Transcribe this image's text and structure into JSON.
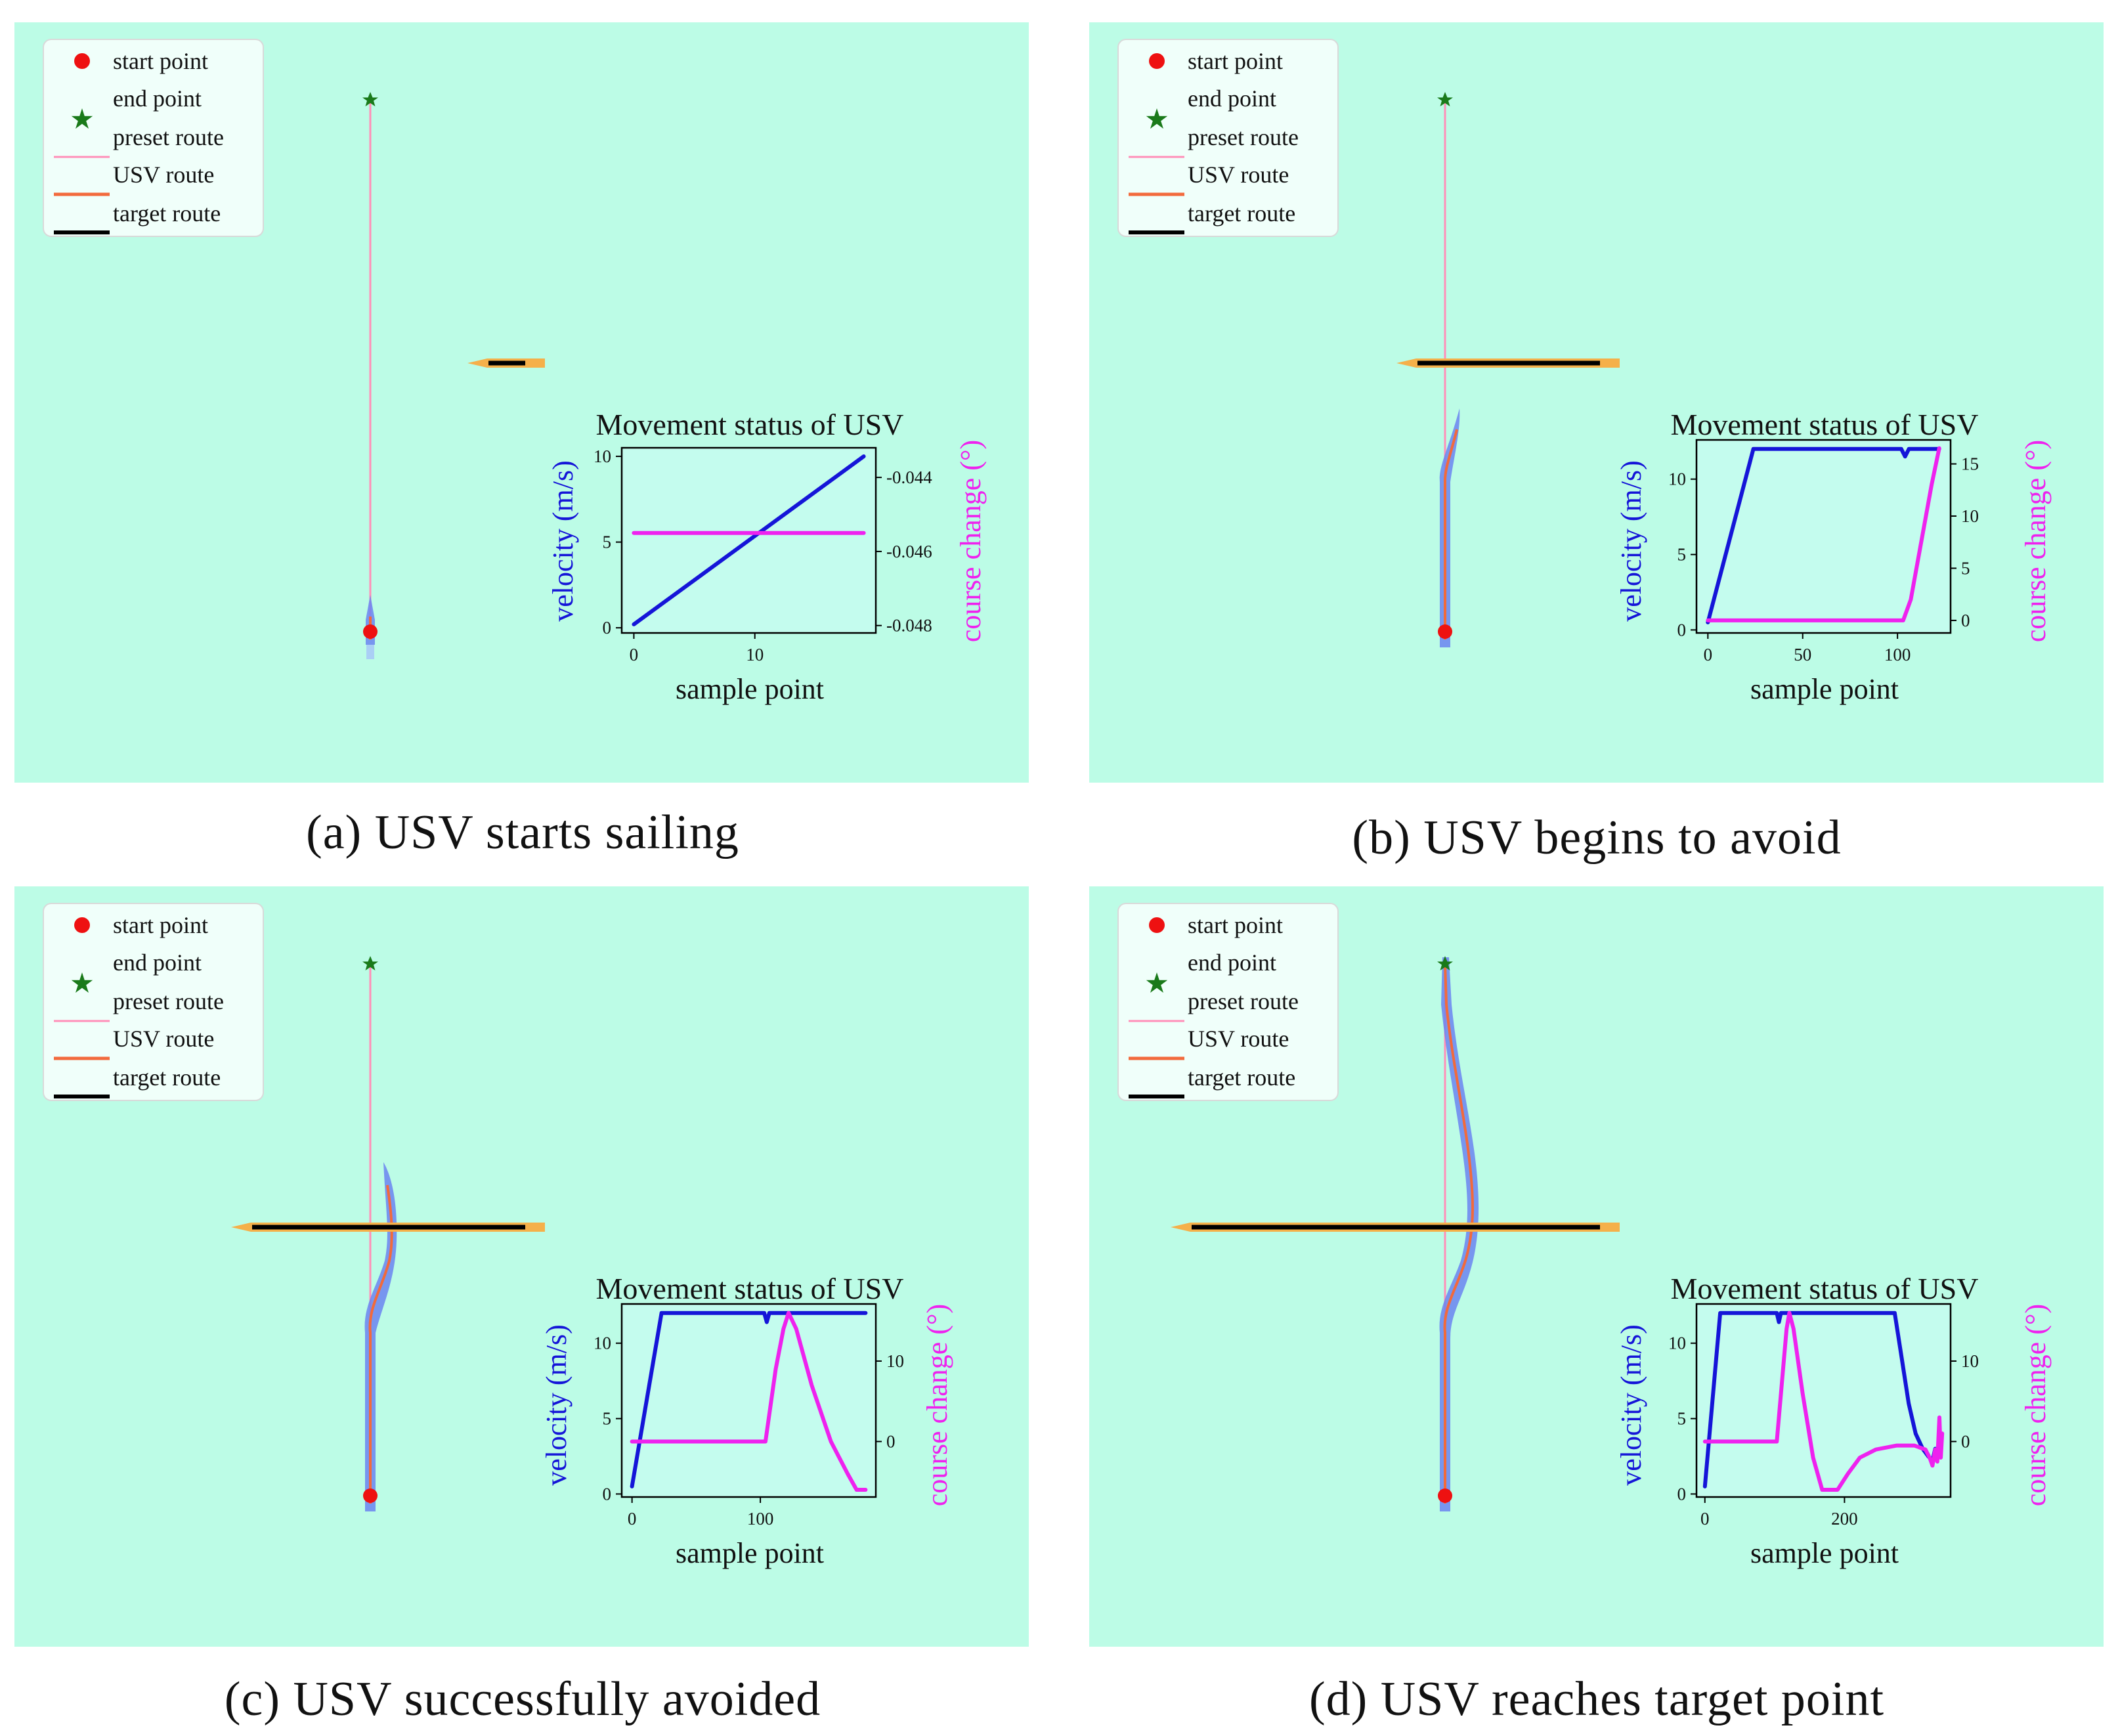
{
  "legend": {
    "start_point": "start point",
    "end_point": "end point",
    "preset_route": "preset route",
    "usv_route": "USV route",
    "target_route": "target route"
  },
  "inset": {
    "title": "Movement status of USV",
    "xlabel": "sample point",
    "ylabel_left": "velocity (m/s)",
    "ylabel_right": "course change (°)"
  },
  "colors": {
    "background": "#bcfce6",
    "start_point": "#ee1111",
    "end_point": "#1a7a1a",
    "preset_route": "#ff8fb8",
    "usv_route": "#f26a3c",
    "target_route": "#000000",
    "target_ship": "#f5b04a",
    "velocity": "#1515d8",
    "course_change": "#ee22ee"
  },
  "chart_data": [
    {
      "type": "line",
      "caption": "(a) USV starts sailing",
      "title": "Movement status of USV",
      "xlabel": "sample point",
      "ylabel": "velocity (m/s)",
      "ylabel_right": "course change (°)",
      "xlim": [
        -1,
        20
      ],
      "ylim": [
        -0.3,
        10.5
      ],
      "ylim_right": [
        -0.0482,
        -0.0432
      ],
      "xticks": [
        {
          "v": 0,
          "label": "0"
        },
        {
          "v": 10,
          "label": "10"
        }
      ],
      "yticks": [
        {
          "v": 0,
          "label": "0"
        },
        {
          "v": 5,
          "label": "5"
        },
        {
          "v": 10,
          "label": "10"
        }
      ],
      "yticks_right": [
        {
          "v": -0.048,
          "label": "-0.048"
        },
        {
          "v": -0.046,
          "label": "-0.046"
        },
        {
          "v": -0.044,
          "label": "-0.044"
        }
      ],
      "series": [
        {
          "axis": "left",
          "points": [
            [
              0,
              0.2
            ],
            [
              19,
              10
            ]
          ]
        },
        {
          "axis": "right",
          "points": [
            [
              0,
              -0.0455
            ],
            [
              19,
              -0.0455
            ]
          ]
        }
      ]
    },
    {
      "type": "line",
      "caption": "(b) USV begins to avoid",
      "title": "Movement status of USV",
      "xlabel": "sample point",
      "ylabel": "velocity (m/s)",
      "ylabel_right": "course change (°)",
      "xlim": [
        -6,
        128
      ],
      "ylim": [
        -0.2,
        12.6
      ],
      "ylim_right": [
        -1.2,
        17.3
      ],
      "xticks": [
        {
          "v": 0,
          "label": "0"
        },
        {
          "v": 50,
          "label": "50"
        },
        {
          "v": 100,
          "label": "100"
        }
      ],
      "yticks": [
        {
          "v": 0,
          "label": "0"
        },
        {
          "v": 5,
          "label": "5"
        },
        {
          "v": 10,
          "label": "10"
        }
      ],
      "yticks_right": [
        {
          "v": 0,
          "label": "0"
        },
        {
          "v": 5,
          "label": "5"
        },
        {
          "v": 10,
          "label": "10"
        },
        {
          "v": 15,
          "label": "15"
        }
      ],
      "series": [
        {
          "axis": "left",
          "points": [
            [
              0,
              0.5
            ],
            [
              24,
              12
            ],
            [
              102,
              12
            ],
            [
              104,
              11.5
            ],
            [
              106,
              12
            ],
            [
              122,
              12
            ]
          ]
        },
        {
          "axis": "right",
          "points": [
            [
              0,
              0
            ],
            [
              103,
              0
            ],
            [
              107,
              2
            ],
            [
              112,
              7
            ],
            [
              118,
              13
            ],
            [
              122,
              16.5
            ]
          ]
        }
      ]
    },
    {
      "type": "line",
      "caption": "(c) USV successfully avoided",
      "title": "Movement status of USV",
      "xlabel": "sample point",
      "ylabel": "velocity (m/s)",
      "ylabel_right": "course change (°)",
      "xlim": [
        -8,
        190
      ],
      "ylim": [
        -0.2,
        12.6
      ],
      "ylim_right": [
        -6.9,
        17.1
      ],
      "xticks": [
        {
          "v": 0,
          "label": "0"
        },
        {
          "v": 100,
          "label": "100"
        }
      ],
      "yticks": [
        {
          "v": 0,
          "label": "0"
        },
        {
          "v": 5,
          "label": "5"
        },
        {
          "v": 10,
          "label": "10"
        }
      ],
      "yticks_right": [
        {
          "v": 0,
          "label": "0"
        },
        {
          "v": 10,
          "label": "10"
        }
      ],
      "series": [
        {
          "axis": "left",
          "points": [
            [
              0,
              0.5
            ],
            [
              23,
              12
            ],
            [
              103,
              12
            ],
            [
              105,
              11.4
            ],
            [
              107,
              12
            ],
            [
              182,
              12
            ]
          ]
        },
        {
          "axis": "right",
          "points": [
            [
              0,
              0
            ],
            [
              104,
              0
            ],
            [
              112,
              9
            ],
            [
              118,
              14
            ],
            [
              122,
              16
            ],
            [
              128,
              14
            ],
            [
              140,
              7
            ],
            [
              155,
              0
            ],
            [
              168,
              -4
            ],
            [
              175,
              -6
            ],
            [
              182,
              -6
            ]
          ]
        }
      ]
    },
    {
      "type": "line",
      "caption": "(d) USV reaches target point",
      "title": "Movement status of USV",
      "xlabel": "sample point",
      "ylabel": "velocity (m/s)",
      "ylabel_right": "course change (°)",
      "xlim": [
        -12,
        352
      ],
      "ylim": [
        -0.2,
        12.6
      ],
      "ylim_right": [
        -6.9,
        17.1
      ],
      "xticks": [
        {
          "v": 0,
          "label": "0"
        },
        {
          "v": 200,
          "label": "200"
        }
      ],
      "yticks": [
        {
          "v": 0,
          "label": "0"
        },
        {
          "v": 5,
          "label": "5"
        },
        {
          "v": 10,
          "label": "10"
        }
      ],
      "yticks_right": [
        {
          "v": 0,
          "label": "0"
        },
        {
          "v": 10,
          "label": "10"
        }
      ],
      "series": [
        {
          "axis": "left",
          "points": [
            [
              0,
              0.5
            ],
            [
              22,
              12
            ],
            [
              103,
              12
            ],
            [
              106,
              11.4
            ],
            [
              109,
              12
            ],
            [
              272,
              12
            ],
            [
              282,
              9
            ],
            [
              292,
              6
            ],
            [
              302,
              4
            ],
            [
              312,
              3
            ],
            [
              320,
              2.5
            ],
            [
              326,
              2.2
            ],
            [
              330,
              3
            ],
            [
              334,
              2.4
            ],
            [
              338,
              3.6
            ]
          ]
        },
        {
          "axis": "right",
          "points": [
            [
              0,
              0
            ],
            [
              103,
              0
            ],
            [
              111,
              8
            ],
            [
              117,
              14
            ],
            [
              121,
              16
            ],
            [
              127,
              14
            ],
            [
              140,
              6
            ],
            [
              155,
              -2
            ],
            [
              168,
              -6
            ],
            [
              190,
              -6
            ],
            [
              205,
              -4
            ],
            [
              222,
              -2
            ],
            [
              245,
              -1
            ],
            [
              275,
              -0.5
            ],
            [
              300,
              -0.5
            ],
            [
              316,
              -1
            ],
            [
              322,
              -2
            ],
            [
              326,
              -3
            ],
            [
              330,
              -1
            ],
            [
              333,
              -2.5
            ],
            [
              336,
              3
            ],
            [
              338,
              -2
            ],
            [
              340,
              1
            ]
          ]
        }
      ]
    }
  ]
}
